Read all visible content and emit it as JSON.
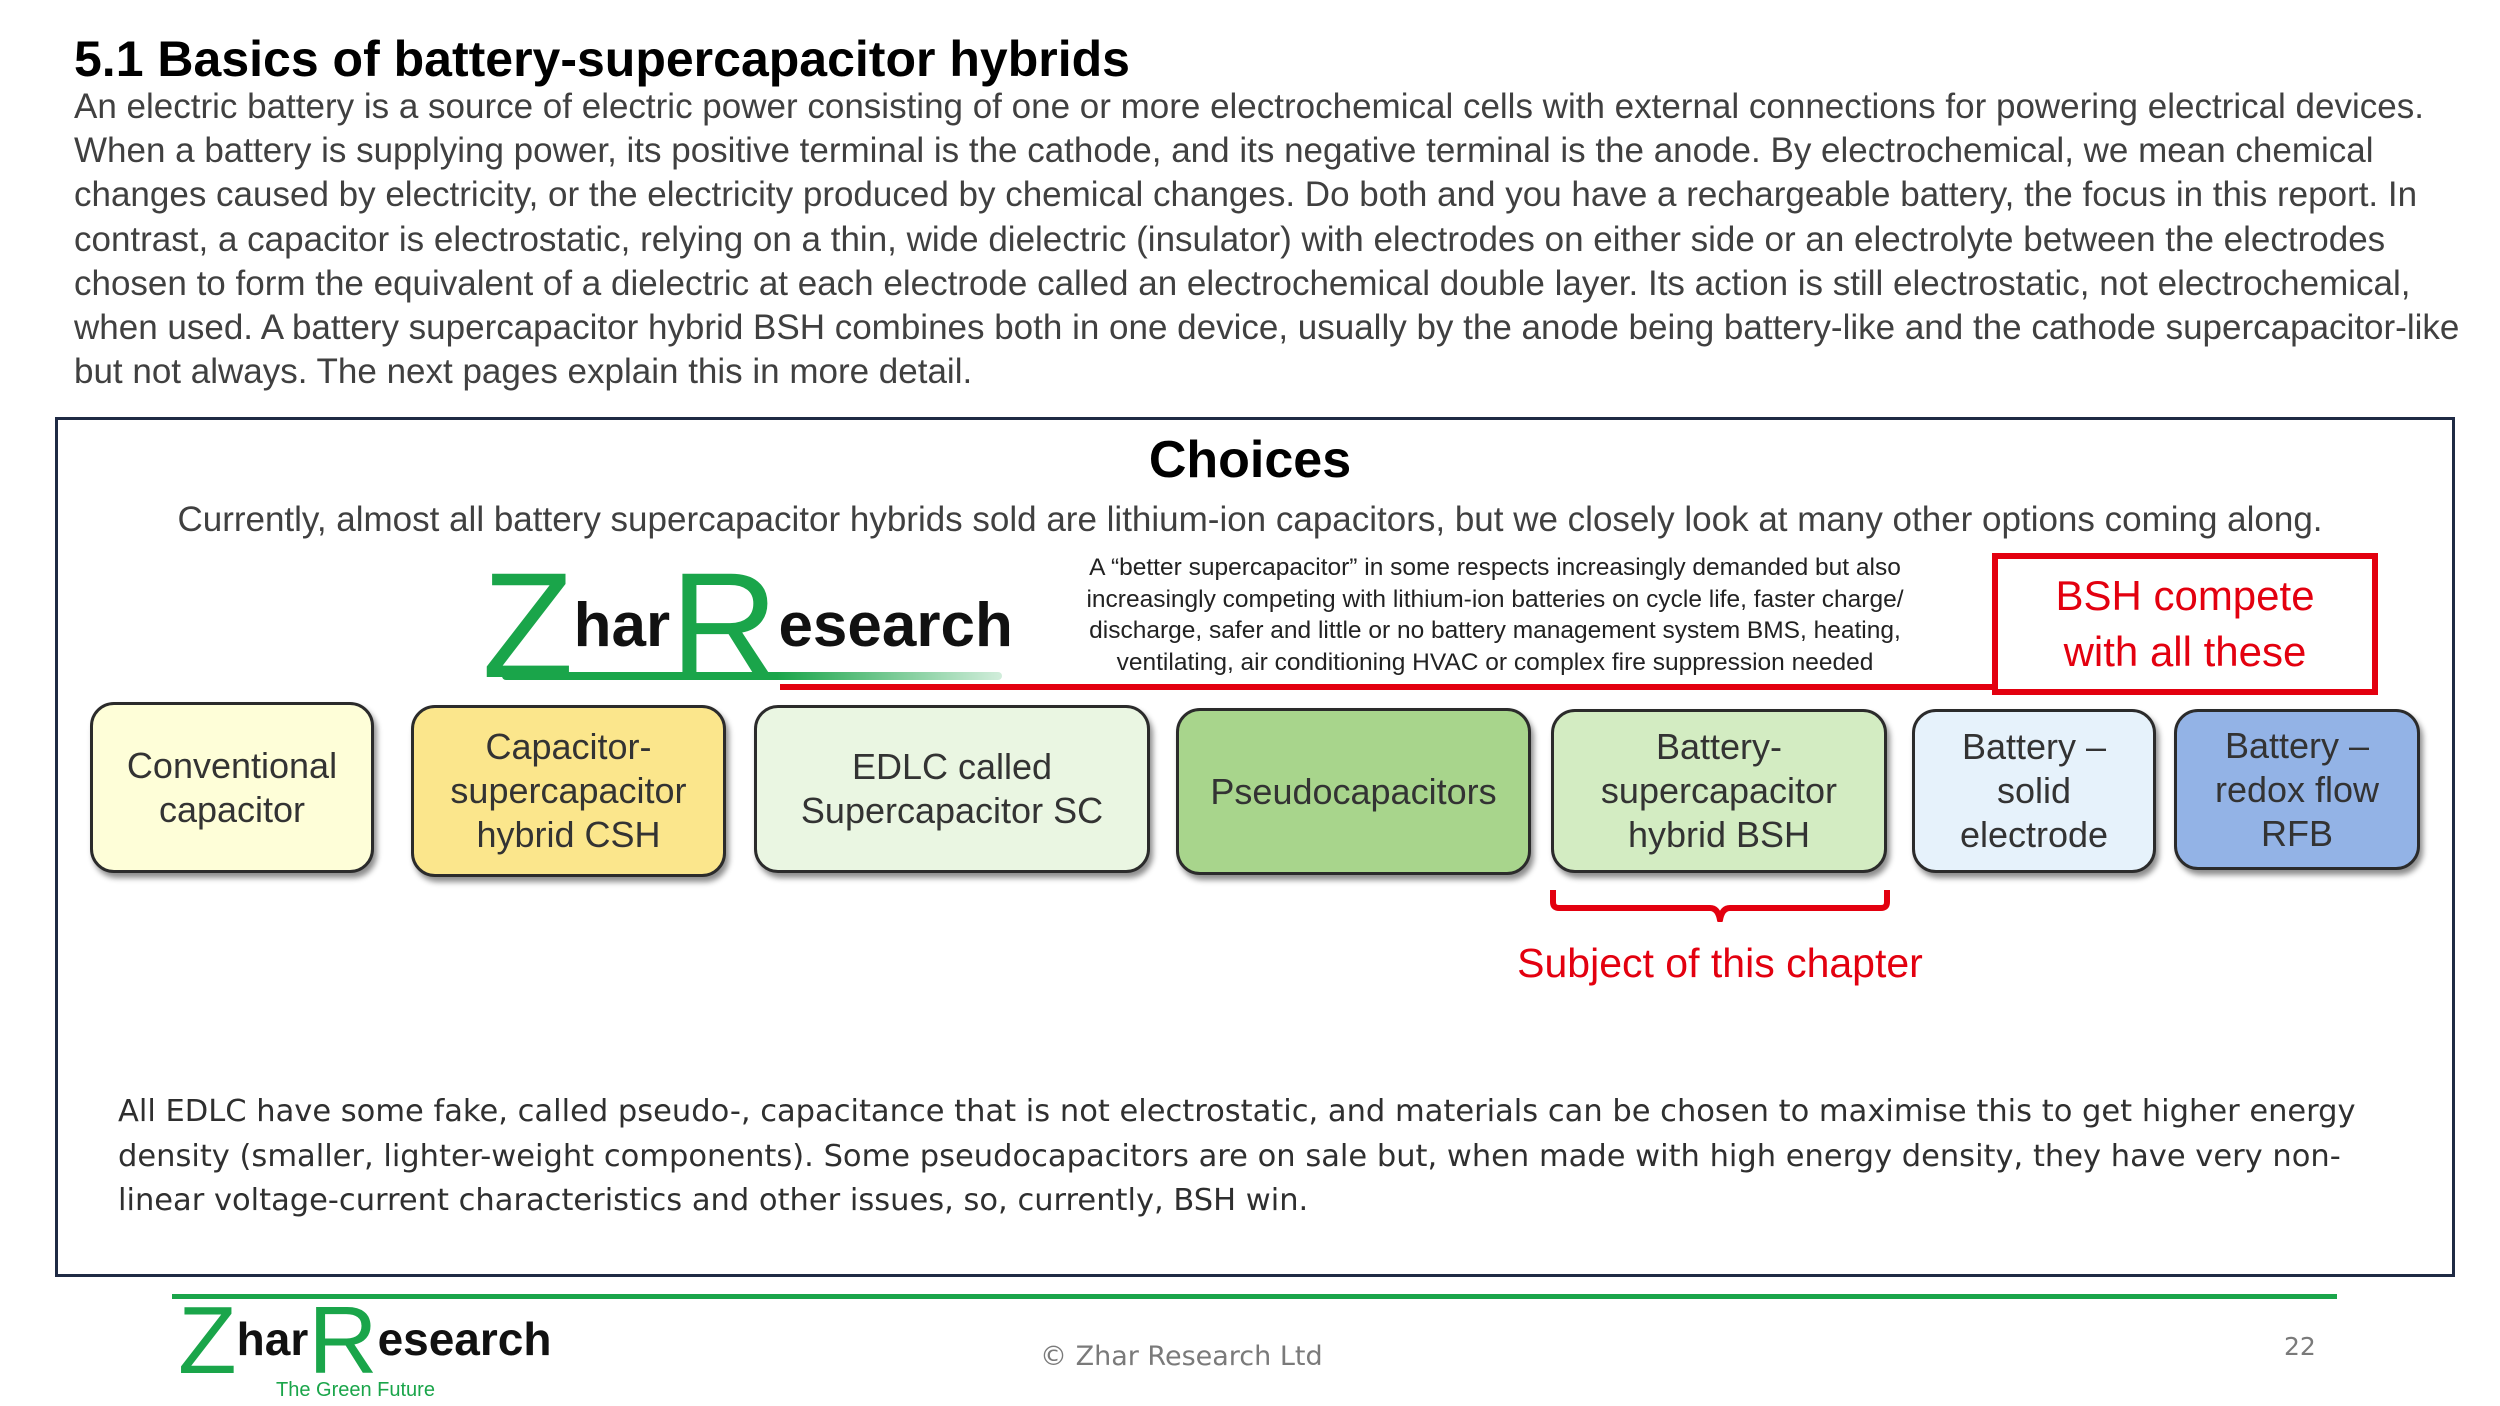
{
  "slide": {
    "title": "5.1 Basics of battery-supercapacitor hybrids",
    "intro": "An electric battery is a source of electric power consisting of one or more electrochemical cells with external connections for powering electrical devices. When a battery is supplying power, its positive terminal is the cathode, and its negative terminal is the anode. By electrochemical, we mean chemical changes caused by electricity, or the electricity produced by chemical changes. Do both and you have a rechargeable battery, the focus in this report. In contrast, a capacitor is electrostatic, relying on a thin, wide dielectric (insulator) with electrodes on either side or an electrolyte between the electrodes chosen to form the equivalent of a dielectric at each electrode called an electrochemical double layer. Its action is still electrostatic, not electrochemical, when used. A battery supercapacitor hybrid BSH combines both in one device, usually by the anode being battery-like and the cathode supercapacitor-like but not always. The next pages explain this in more detail."
  },
  "logo": {
    "big_z": "Z",
    "har": "har",
    "big_r": "R",
    "esearch": "esearch",
    "tagline": "The Green Future",
    "brand_color": "#1aa54a"
  },
  "choices": {
    "title": "Choices",
    "subtitle": "Currently, almost all battery supercapacitor hybrids sold are lithium-ion capacitors, but we closely look at many other options coming along.",
    "better_note": "A “better supercapacitor” in some respects increasingly demanded but also increasingly competing with lithium-ion batteries on cycle life, faster charge/ discharge, safer and little or no battery management system BMS, heating, ventilating, air conditioning  HVAC or complex fire suppression needed",
    "compete_line1": "BSH compete",
    "compete_line2": "with all these",
    "accent_color": "#e3000f",
    "boxes": [
      {
        "label": "Conventional capacitor",
        "color": "#fefed8"
      },
      {
        "label": "Capacitor-supercapacitor hybrid CSH",
        "color": "#fbe68c"
      },
      {
        "label": "EDLC called Supercapacitor SC",
        "color": "#eaf6e2"
      },
      {
        "label": "Pseudocapacitors",
        "color": "#a8d58c"
      },
      {
        "label": "Battery-supercapacitor hybrid BSH",
        "color": "#d3ecc2"
      },
      {
        "label": "Battery – solid electrode",
        "color": "#e6f2fb"
      },
      {
        "label": "Battery – redox flow RFB",
        "color": "#93b3e6"
      }
    ],
    "subject_note": "Subject of this chapter",
    "edlc_note": "All EDLC have some fake, called pseudo-, capacitance that is not electrostatic, and materials can be chosen to maximise this to get higher energy density (smaller, lighter-weight components). Some pseudocapacitors are on sale but, when made with high energy density, they have very non-linear voltage-current characteristics and other issues, so, currently, BSH win."
  },
  "footer": {
    "copyright": "© Zhar Research Ltd",
    "page_number": "22"
  }
}
